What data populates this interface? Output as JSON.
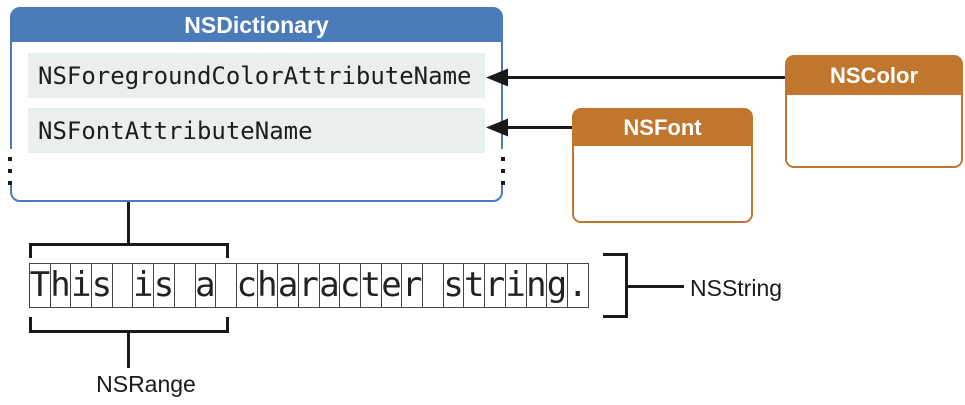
{
  "dictionary": {
    "title": "NSDictionary",
    "keys": [
      "NSForegroundColorAttributeName",
      "NSFontAttributeName"
    ]
  },
  "classes": [
    {
      "title": "NSColor"
    },
    {
      "title": "NSFont"
    }
  ],
  "string": {
    "value": "This is a character string."
  },
  "labels": {
    "nsstring": "NSString",
    "nsrange": "NSRange"
  },
  "colors": {
    "dictionary_blue": "#4B7CB9",
    "class_orange": "#C0762D",
    "key_row_bg": "#E8EFED",
    "line_black": "#1A1A1A"
  }
}
